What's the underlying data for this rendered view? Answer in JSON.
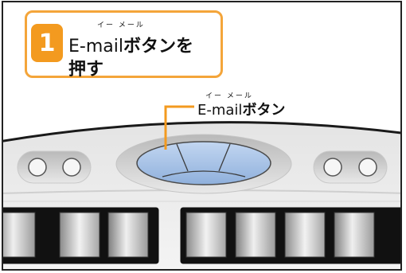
{
  "step": {
    "number": "1",
    "ruby": "イー メール",
    "line1_latin": "E-mail",
    "line1_jp": "ボタンを",
    "line2": "押す"
  },
  "callout": {
    "ruby": "イー メール",
    "latin": "E-mail",
    "jp": "ボタン"
  },
  "colors": {
    "accent": "#f39a1f",
    "button_fill": "#a9c3e6",
    "keyboard_panel": "#ededed"
  },
  "icons": [
    "email-button",
    "round-button",
    "keyboard-key"
  ]
}
